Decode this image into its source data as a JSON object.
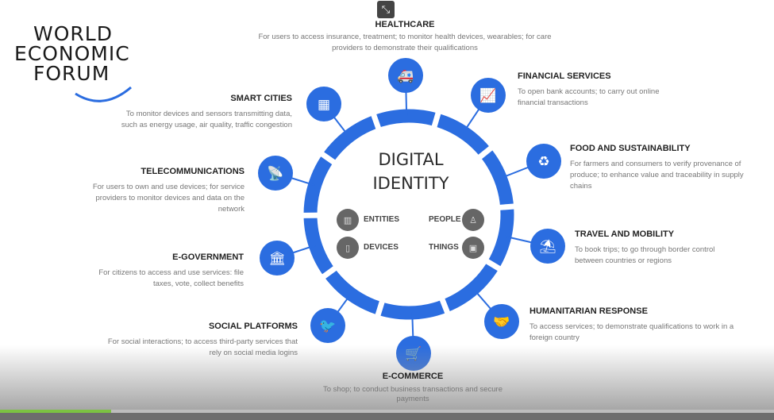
{
  "logo": [
    "WORLD",
    "ECONOMIC",
    "FORUM"
  ],
  "center": {
    "title_line1": "DIGITAL",
    "title_line2": "IDENTITY",
    "subjects": [
      {
        "label": "ENTITIES",
        "icon": "building-icon"
      },
      {
        "label": "PEOPLE",
        "icon": "person-icon"
      },
      {
        "label": "DEVICES",
        "icon": "phone-icon"
      },
      {
        "label": "THINGS",
        "icon": "box-icon"
      }
    ]
  },
  "sectors": [
    {
      "title": "HEALTHCARE",
      "desc": "For users to access insurance, treatment; to monitor health devices, wearables; for care providers to demonstrate their qualifications",
      "icon": "ambulance-icon"
    },
    {
      "title": "FINANCIAL SERVICES",
      "desc": "To open bank accounts; to carry out online financial transactions",
      "icon": "chart-icon"
    },
    {
      "title": "FOOD AND SUSTAINABILITY",
      "desc": "For farmers and consumers to verify provenance of produce; to enhance value and traceability in supply chains",
      "icon": "recycle-icon"
    },
    {
      "title": "TRAVEL AND MOBILITY",
      "desc": "To book trips; to go through border control between countries or regions",
      "icon": "beach-umbrella-icon"
    },
    {
      "title": "HUMANITARIAN RESPONSE",
      "desc": "To access services; to demonstrate qualifications to work in a foreign country",
      "icon": "handshake-icon"
    },
    {
      "title": "E-COMMERCE",
      "desc": "To shop; to conduct business transactions and secure payments",
      "icon": "cart-icon"
    },
    {
      "title": "SOCIAL PLATFORMS",
      "desc": "For social interactions; to access third-party services that rely on social media logins",
      "icon": "bird-icon"
    },
    {
      "title": "E-GOVERNMENT",
      "desc": "For citizens to access and use services: file taxes, vote, collect benefits",
      "icon": "government-building-icon"
    },
    {
      "title": "TELECOMMUNICATIONS",
      "desc": "For users to own and use devices; for service providers to monitor devices and data on the network",
      "icon": "antenna-icon"
    },
    {
      "title": "SMART CITIES",
      "desc": "To monitor devices and sensors transmitting data, such as energy usage, air quality, traffic congestion",
      "icon": "qr-code-icon"
    }
  ],
  "icon_glyphs": [
    "🚑",
    "📈",
    "♻",
    "⛱",
    "🤝",
    "🛒",
    "🐦",
    "🏛",
    "📡",
    "▦"
  ],
  "player": {
    "progress_fraction": 0.144
  },
  "colors": {
    "accent": "#2b6de0",
    "progress": "#7cc242"
  }
}
